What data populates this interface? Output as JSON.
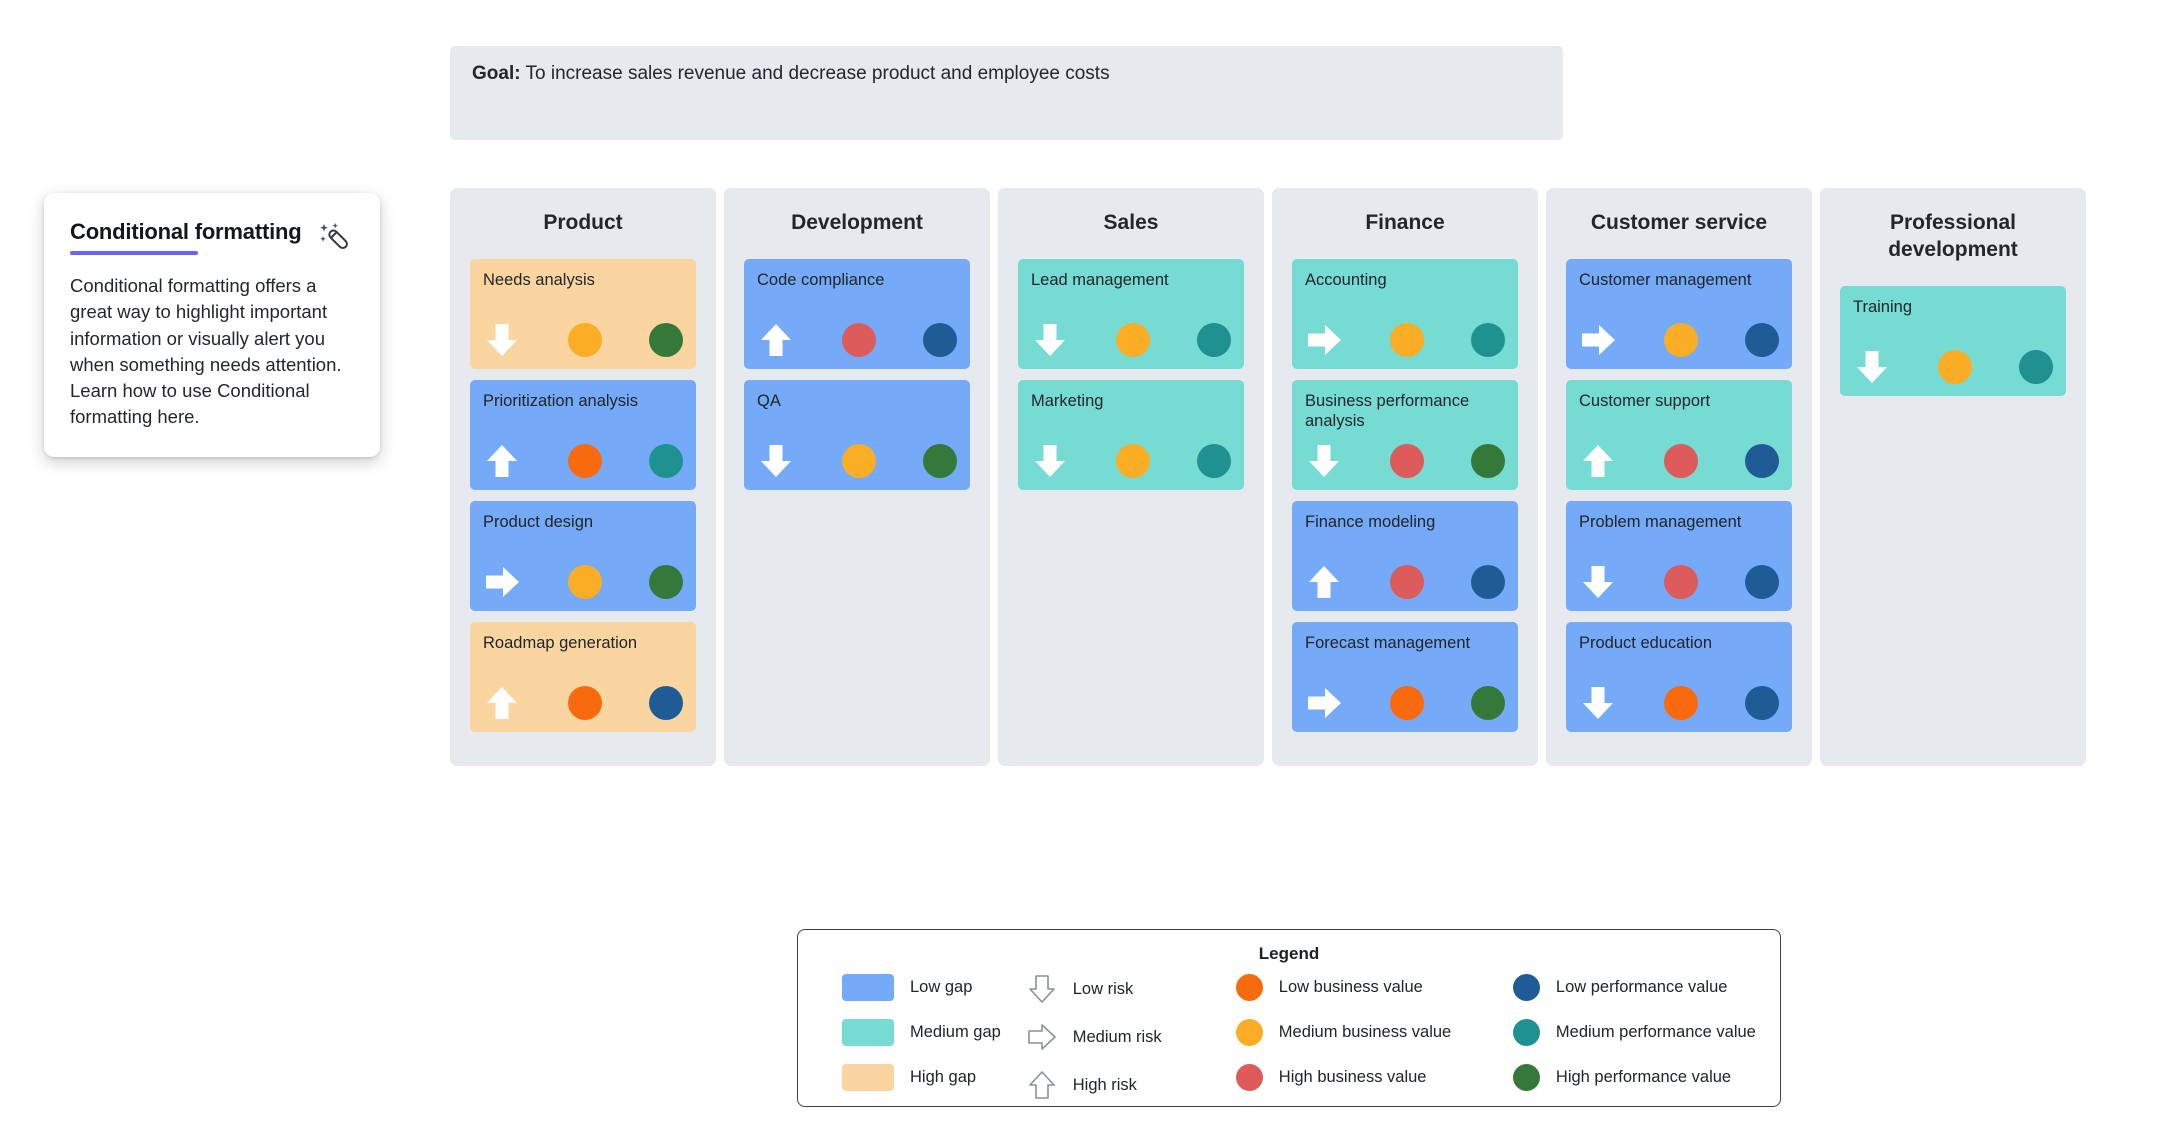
{
  "goal": {
    "label": "Goal:",
    "text": " To increase sales revenue and decrease product and employee costs"
  },
  "tooltip": {
    "title": "Conditional formatting",
    "body": "Conditional formatting offers a great way to highlight important information or visually alert you when something needs attention. Learn how to use Conditional formatting here.",
    "icon": "magic-wand-icon",
    "accent_color": "#6c63ff"
  },
  "palette": {
    "low_gap": "#74aaf7",
    "medium_gap": "#75dbd3",
    "high_gap": "#fbd5a0",
    "low_business_value": "#f96a0f",
    "medium_business_value": "#fbad26",
    "high_business_value": "#dd5b5b",
    "low_performance_value": "#1f5c96",
    "medium_performance_value": "#1f9190",
    "high_performance_value": "#35793a",
    "column_bg": "#e6e9ee",
    "banner_bg": "#e6e9ee"
  },
  "columns": [
    {
      "title": "Product",
      "cards": [
        {
          "title": "Needs analysis",
          "gap": "high",
          "risk": "low",
          "business": "medium",
          "performance": "high"
        },
        {
          "title": "Prioritization analysis",
          "gap": "low",
          "risk": "high",
          "business": "low",
          "performance": "medium"
        },
        {
          "title": "Product design",
          "gap": "low",
          "risk": "medium",
          "business": "medium",
          "performance": "high"
        },
        {
          "title": "Roadmap generation",
          "gap": "high",
          "risk": "high",
          "business": "low",
          "performance": "low"
        }
      ]
    },
    {
      "title": "Development",
      "cards": [
        {
          "title": "Code compliance",
          "gap": "low",
          "risk": "high",
          "business": "high",
          "performance": "low"
        },
        {
          "title": "QA",
          "gap": "low",
          "risk": "low",
          "business": "medium",
          "performance": "high"
        }
      ]
    },
    {
      "title": "Sales",
      "cards": [
        {
          "title": "Lead management",
          "gap": "medium",
          "risk": "low",
          "business": "medium",
          "performance": "medium"
        },
        {
          "title": "Marketing",
          "gap": "medium",
          "risk": "low",
          "business": "medium",
          "performance": "medium"
        }
      ]
    },
    {
      "title": "Finance",
      "cards": [
        {
          "title": "Accounting",
          "gap": "medium",
          "risk": "medium",
          "business": "medium",
          "performance": "medium"
        },
        {
          "title": "Business performance analysis",
          "gap": "medium",
          "risk": "low",
          "business": "high",
          "performance": "high"
        },
        {
          "title": "Finance modeling",
          "gap": "low",
          "risk": "high",
          "business": "high",
          "performance": "low"
        },
        {
          "title": "Forecast management",
          "gap": "low",
          "risk": "medium",
          "business": "low",
          "performance": "high"
        }
      ]
    },
    {
      "title": "Customer service",
      "cards": [
        {
          "title": "Customer management",
          "gap": "low",
          "risk": "medium",
          "business": "medium",
          "performance": "low"
        },
        {
          "title": "Customer support",
          "gap": "medium",
          "risk": "high",
          "business": "high",
          "performance": "low"
        },
        {
          "title": "Problem management",
          "gap": "low",
          "risk": "low",
          "business": "high",
          "performance": "low"
        },
        {
          "title": "Product education",
          "gap": "low",
          "risk": "low",
          "business": "low",
          "performance": "low"
        }
      ]
    },
    {
      "title": "Professional development",
      "cards": [
        {
          "title": "Training",
          "gap": "medium",
          "risk": "low",
          "business": "medium",
          "performance": "medium"
        }
      ]
    }
  ],
  "legend": {
    "title": "Legend",
    "gap_items": [
      {
        "label": "Low gap",
        "color": "#74aaf7"
      },
      {
        "label": "Medium gap",
        "color": "#75dbd3"
      },
      {
        "label": "High gap",
        "color": "#fbd5a0"
      }
    ],
    "risk_items": [
      {
        "label": "Low risk",
        "direction": "down"
      },
      {
        "label": "Medium risk",
        "direction": "right"
      },
      {
        "label": "High risk",
        "direction": "up"
      }
    ],
    "business_items": [
      {
        "label": "Low business value",
        "color": "#f96a0f"
      },
      {
        "label": "Medium business value",
        "color": "#fbad26"
      },
      {
        "label": "High business value",
        "color": "#dd5b5b"
      }
    ],
    "performance_items": [
      {
        "label": "Low performance value",
        "color": "#1f5c96"
      },
      {
        "label": "Medium performance value",
        "color": "#1f9190"
      },
      {
        "label": "High performance value",
        "color": "#35793a"
      }
    ]
  }
}
